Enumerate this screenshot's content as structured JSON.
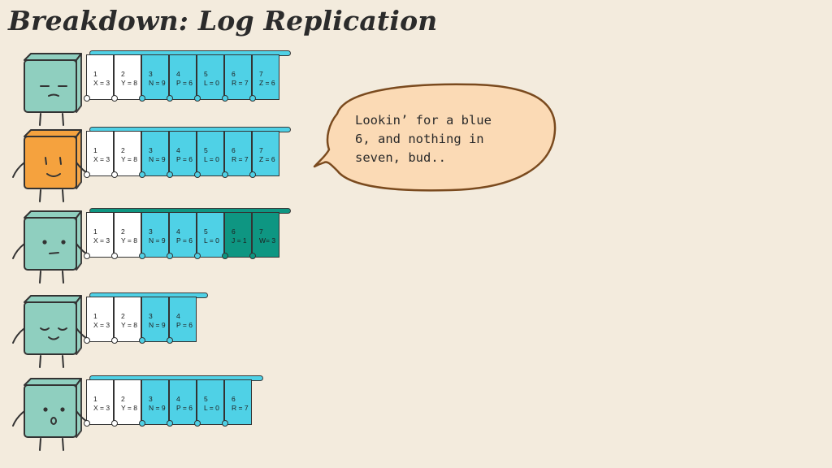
{
  "slide": {
    "title": "Breakdown: Log Replication"
  },
  "colors": {
    "background": "#f3ebdd",
    "entry_committed": "#ffffff",
    "entry_uncommitted": "#4fd1e6",
    "entry_conflict": "#0e9682",
    "follower_cube": "#8fcfbf",
    "leader_cube": "#f5a23e",
    "bubble_fill": "#fbdab5",
    "bubble_stroke": "#7a4a1e"
  },
  "rows": [
    {
      "role": "follower",
      "expression": "neutral",
      "entries": [
        {
          "index": "1",
          "command": "X = 3",
          "state": "white"
        },
        {
          "index": "2",
          "command": "Y = 8",
          "state": "white"
        },
        {
          "index": "3",
          "command": "N = 9",
          "state": "blue"
        },
        {
          "index": "4",
          "command": "P = 6",
          "state": "blue"
        },
        {
          "index": "5",
          "command": "L = 0",
          "state": "blue"
        },
        {
          "index": "6",
          "command": "R = 7",
          "state": "blue"
        },
        {
          "index": "7",
          "command": "Z = 6",
          "state": "blue"
        }
      ]
    },
    {
      "role": "leader",
      "expression": "smile",
      "entries": [
        {
          "index": "1",
          "command": "X = 3",
          "state": "white"
        },
        {
          "index": "2",
          "command": "Y = 8",
          "state": "white"
        },
        {
          "index": "3",
          "command": "N = 9",
          "state": "blue"
        },
        {
          "index": "4",
          "command": "P = 6",
          "state": "blue"
        },
        {
          "index": "5",
          "command": "L = 0",
          "state": "blue"
        },
        {
          "index": "6",
          "command": "R = 7",
          "state": "blue"
        },
        {
          "index": "7",
          "command": "Z = 6",
          "state": "blue"
        }
      ]
    },
    {
      "role": "follower",
      "expression": "worried",
      "entries": [
        {
          "index": "1",
          "command": "X = 3",
          "state": "white"
        },
        {
          "index": "2",
          "command": "Y = 8",
          "state": "white"
        },
        {
          "index": "3",
          "command": "N = 9",
          "state": "blue"
        },
        {
          "index": "4",
          "command": "P = 6",
          "state": "blue"
        },
        {
          "index": "5",
          "command": "L = 0",
          "state": "blue"
        },
        {
          "index": "6",
          "command": "J = 1",
          "state": "green"
        },
        {
          "index": "7",
          "command": "W= 3",
          "state": "green"
        }
      ]
    },
    {
      "role": "follower",
      "expression": "happy",
      "entries": [
        {
          "index": "1",
          "command": "X = 3",
          "state": "white"
        },
        {
          "index": "2",
          "command": "Y = 8",
          "state": "white"
        },
        {
          "index": "3",
          "command": "N = 9",
          "state": "blue"
        },
        {
          "index": "4",
          "command": "P = 6",
          "state": "blue"
        }
      ]
    },
    {
      "role": "follower",
      "expression": "surprised",
      "entries": [
        {
          "index": "1",
          "command": "X = 3",
          "state": "white"
        },
        {
          "index": "2",
          "command": "Y = 8",
          "state": "white"
        },
        {
          "index": "3",
          "command": "N = 9",
          "state": "blue"
        },
        {
          "index": "4",
          "command": "P = 6",
          "state": "blue"
        },
        {
          "index": "5",
          "command": "L = 0",
          "state": "blue"
        },
        {
          "index": "6",
          "command": "R = 7",
          "state": "blue"
        }
      ]
    }
  ],
  "speech_bubble": {
    "lines": [
      "Lookin’ for a blue",
      "6, and nothing in",
      "seven, bud.."
    ]
  }
}
